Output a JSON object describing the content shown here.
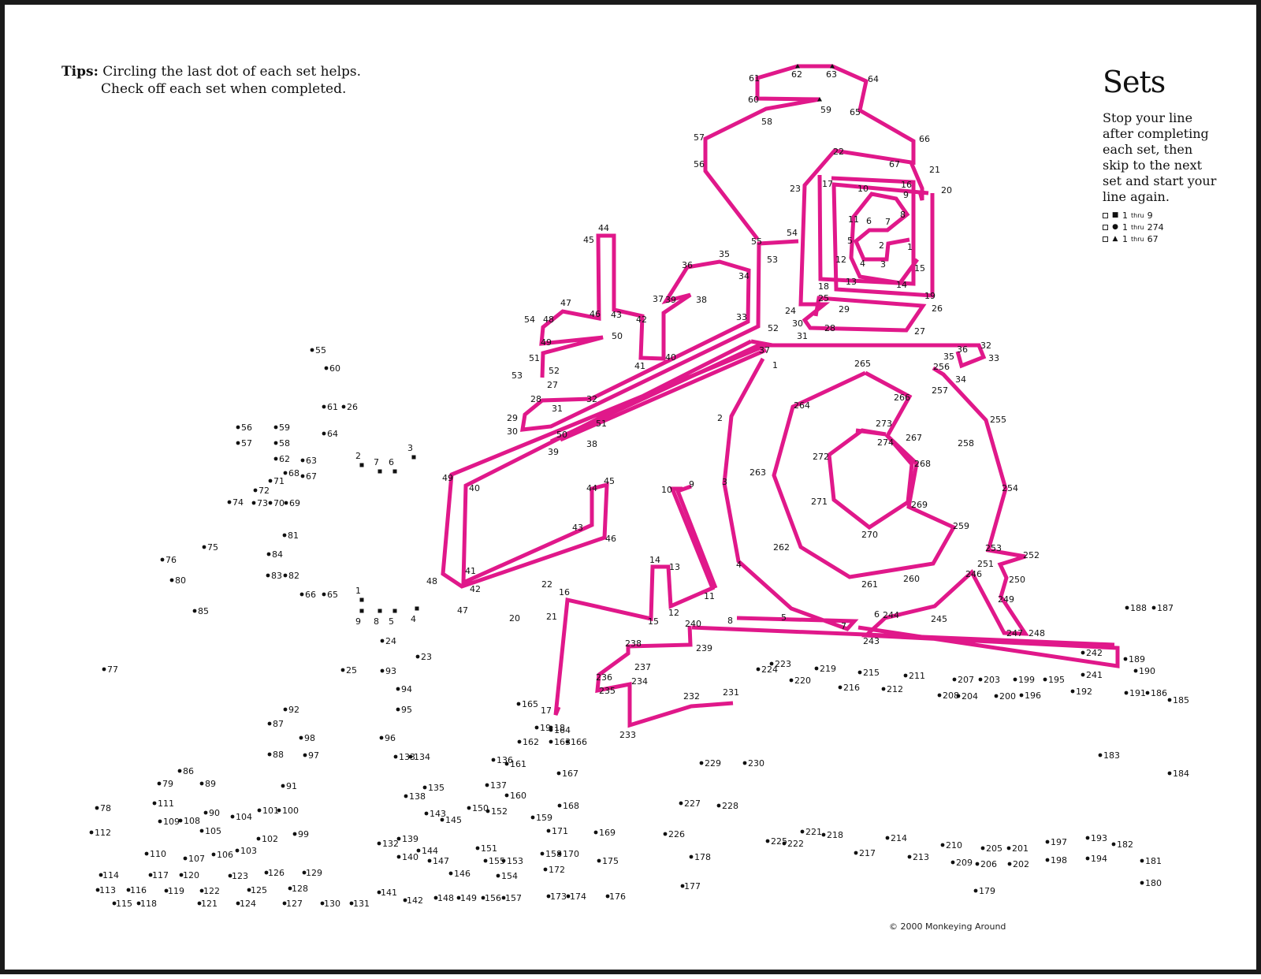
{
  "tips": {
    "label": "Tips:",
    "line1": "Circling the last dot of each set helps.",
    "line2": "Check off each set when completed."
  },
  "sets": {
    "title": "Sets",
    "instructions": "Stop your line after completing each set, then skip to the next set and start your line again.",
    "items": [
      {
        "symbol": "square",
        "first": "1",
        "thru": "thru",
        "last": "9"
      },
      {
        "symbol": "circle",
        "first": "1",
        "thru": "thru",
        "last": "274"
      },
      {
        "symbol": "triangle",
        "first": "1",
        "thru": "thru",
        "last": "67"
      }
    ]
  },
  "copyright": "© 2000 Monkeying Around",
  "colors": {
    "line": "#e0188a",
    "dot": "#111111"
  }
}
